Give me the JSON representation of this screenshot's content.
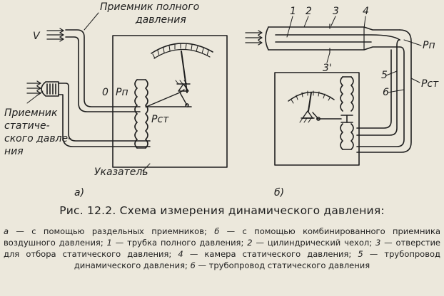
{
  "figure": {
    "label_total_receiver": "Приемник полного давления",
    "label_total_receiver_l1": "Приемник полного",
    "label_total_receiver_l2": "давления",
    "label_v": "V",
    "label_static_receiver_l1": "Приемник",
    "label_static_receiver_l2": "статиче-",
    "label_static_receiver_l3": "ского давле-",
    "label_static_receiver_l4": "ния",
    "label_zero": "0",
    "label_pp": "Pп",
    "label_pst": "Pст",
    "label_indicator": "Указатель",
    "label_a": "а)",
    "label_b": "б)",
    "label_1": "1",
    "label_2": "2",
    "label_3": "3",
    "label_4": "4",
    "label_3prime": "3'",
    "label_5": "5",
    "label_6": "6",
    "label_pp_b": "Pп",
    "label_pst_b": "Pст"
  },
  "caption": {
    "title": "Рис. 12.2. Схема измерения динамического давления:",
    "legend": [
      {
        "key": "а",
        "text": " — с помощью раздельных приемников; "
      },
      {
        "key": "б",
        "text": " — с помощью комбинированного приемника воздушного давления; "
      },
      {
        "key": "1",
        "text": " — трубка полного давления; "
      },
      {
        "key": "2",
        "text": " — цилиндрический чехол; "
      },
      {
        "key": "3",
        "text": " — отверстие для отбора статического давления; "
      },
      {
        "key": "4",
        "text": " — камера статического давления; "
      },
      {
        "key": "5",
        "text": " — трубопровод динамического давления; "
      },
      {
        "key": "6",
        "text": " — трубопровод статического давления"
      }
    ]
  },
  "colors": {
    "paper": "#ece8dc",
    "ink": "#1e1e1e"
  }
}
